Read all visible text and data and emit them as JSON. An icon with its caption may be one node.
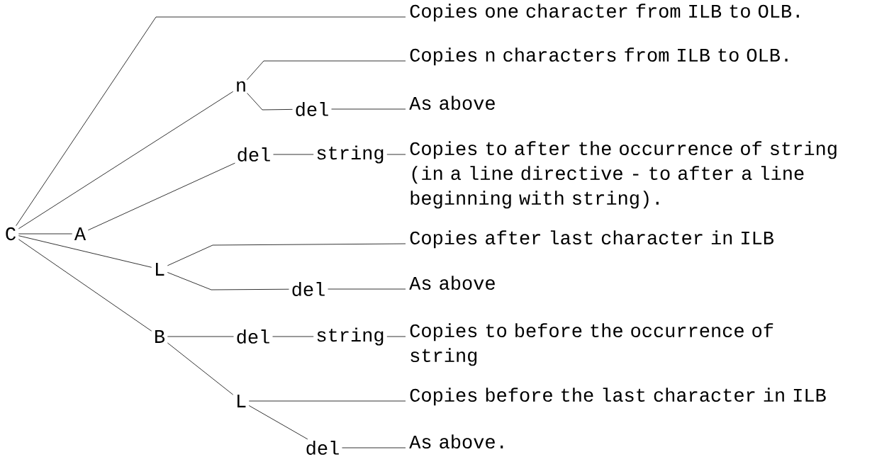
{
  "diagram": {
    "nodes": [
      {
        "text": [
          "C"
        ]
      },
      {
        "text": [
          "A"
        ]
      },
      {
        "text": [
          "n"
        ]
      },
      {
        "text": [
          "del"
        ]
      },
      {
        "text": [
          "del"
        ]
      },
      {
        "text": [
          "string"
        ]
      },
      {
        "text": [
          "L"
        ]
      },
      {
        "text": [
          "del"
        ]
      },
      {
        "text": [
          "B"
        ]
      },
      {
        "text": [
          "del"
        ]
      },
      {
        "text": [
          "string"
        ]
      },
      {
        "text": [
          "L"
        ]
      },
      {
        "text": [
          "del"
        ]
      },
      {
        "text": [
          "Copies one character from ILB to OLB."
        ]
      },
      {
        "text": [
          "Copies n characters from ILB to OLB."
        ]
      },
      {
        "text": [
          "As above"
        ]
      },
      {
        "text": [
          "Copies to after the occurrence of string (in a line directive - to after a line beginning with string)."
        ]
      },
      {
        "text": [
          "Copies after last character in ILB"
        ]
      },
      {
        "text": [
          "As above"
        ]
      },
      {
        "text": [
          "Copies to before the occurrence of string"
        ]
      },
      {
        "text": [
          "Copies before the last character in ILB"
        ]
      },
      {
        "text": [
          "As above."
        ]
      }
    ],
    "edges": [
      {
        "from": 0,
        "to": 13,
        "arrow": "none"
      },
      {
        "from": 0,
        "to": 2,
        "arrow": "none"
      },
      {
        "from": 0,
        "to": 1,
        "arrow": "none"
      },
      {
        "from": 0,
        "to": 6,
        "arrow": "none"
      },
      {
        "from": 0,
        "to": 8,
        "arrow": "none"
      },
      {
        "from": 2,
        "to": 14,
        "arrow": "none"
      },
      {
        "from": 2,
        "to": 3,
        "arrow": "none"
      },
      {
        "from": 3,
        "to": 15,
        "arrow": "none"
      },
      {
        "from": 1,
        "to": 4,
        "arrow": "none"
      },
      {
        "from": 4,
        "to": 5,
        "arrow": "none"
      },
      {
        "from": 5,
        "to": 16,
        "arrow": "none"
      },
      {
        "from": 6,
        "to": 17,
        "arrow": "none"
      },
      {
        "from": 6,
        "to": 7,
        "arrow": "none"
      },
      {
        "from": 7,
        "to": 18,
        "arrow": "none"
      },
      {
        "from": 8,
        "to": 9,
        "arrow": "none"
      },
      {
        "from": 9,
        "to": 10,
        "arrow": "none"
      },
      {
        "from": 10,
        "to": 19,
        "arrow": "none"
      },
      {
        "from": 8,
        "to": 11,
        "arrow": "none"
      },
      {
        "from": 11,
        "to": 20,
        "arrow": "none"
      },
      {
        "from": 11,
        "to": 12,
        "arrow": "none"
      },
      {
        "from": 12,
        "to": 21,
        "arrow": "none"
      }
    ]
  }
}
